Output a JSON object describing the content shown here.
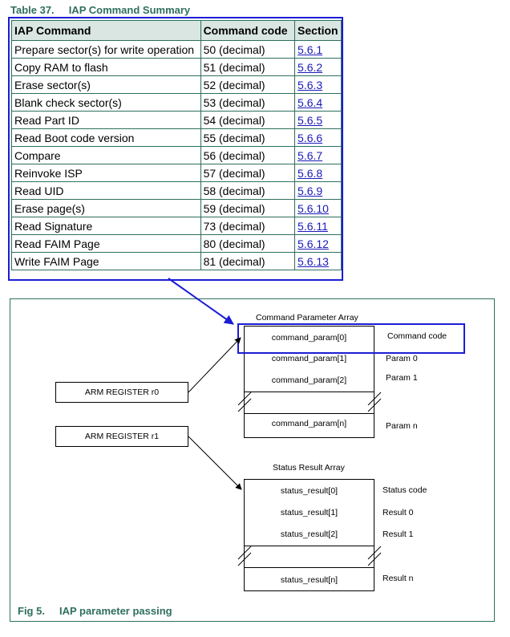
{
  "table": {
    "number": "Table 37.",
    "title": "IAP Command Summary",
    "headers": [
      "IAP Command",
      "Command code",
      "Section"
    ],
    "rows": [
      [
        "Prepare sector(s) for write operation",
        "50 (decimal)",
        "5.6.1"
      ],
      [
        "Copy RAM to flash",
        "51 (decimal)",
        "5.6.2"
      ],
      [
        "Erase sector(s)",
        "52 (decimal)",
        "5.6.3"
      ],
      [
        "Blank check sector(s)",
        "53 (decimal)",
        "5.6.4"
      ],
      [
        "Read Part ID",
        "54 (decimal)",
        "5.6.5"
      ],
      [
        "Read Boot code version",
        "55 (decimal)",
        "5.6.6"
      ],
      [
        "Compare",
        "56 (decimal)",
        "5.6.7"
      ],
      [
        "Reinvoke ISP",
        "57 (decimal)",
        "5.6.8"
      ],
      [
        "Read UID",
        "58 (decimal)",
        "5.6.9"
      ],
      [
        "Erase page(s)",
        "59 (decimal)",
        "5.6.10"
      ],
      [
        "Read Signature",
        "73 (decimal)",
        "5.6.11"
      ],
      [
        "Read FAIM Page",
        "80 (decimal)",
        "5.6.12"
      ],
      [
        "Write FAIM Page",
        "81 (decimal)",
        "5.6.13"
      ]
    ]
  },
  "figure": {
    "number": "Fig 5.",
    "title": "IAP parameter passing",
    "registers": [
      "ARM REGISTER r0",
      "ARM REGISTER r1"
    ],
    "command_array": {
      "title": "Command Parameter Array",
      "cells": [
        "command_param[0]",
        "command_param[1]",
        "command_param[2]",
        "command_param[n]"
      ],
      "labels": [
        "Command code",
        "Param 0",
        "Param 1",
        "Param n"
      ]
    },
    "status_array": {
      "title": "Status Result Array",
      "cells": [
        "status_result[0]",
        "status_result[1]",
        "status_result[2]",
        "status_result[n]"
      ],
      "labels": [
        "Status code",
        "Result 0",
        "Result 1",
        "Result n"
      ]
    }
  },
  "colors": {
    "highlight": "#1c1cd6",
    "caption": "#2e6f5e",
    "header_bg": "#dae6e2",
    "link": "#1a1ab8"
  }
}
